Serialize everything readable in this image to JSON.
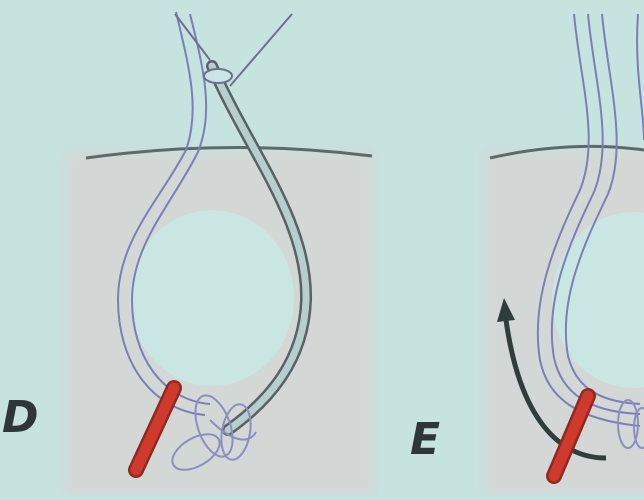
{
  "panels": [
    {
      "id": "D",
      "label": "D"
    },
    {
      "id": "E",
      "label": "E"
    }
  ],
  "colors": {
    "background": "#c6e3e0",
    "tissue": "#d4d8d6",
    "lumen": "#c9e6e3",
    "suture": "#7a7fb6",
    "tube_outline": "#596066",
    "tube_fill": "#b6cfcc",
    "vessel": "#cf3a2c",
    "arrow": "#2f3d3b",
    "label": "#2f3538"
  }
}
